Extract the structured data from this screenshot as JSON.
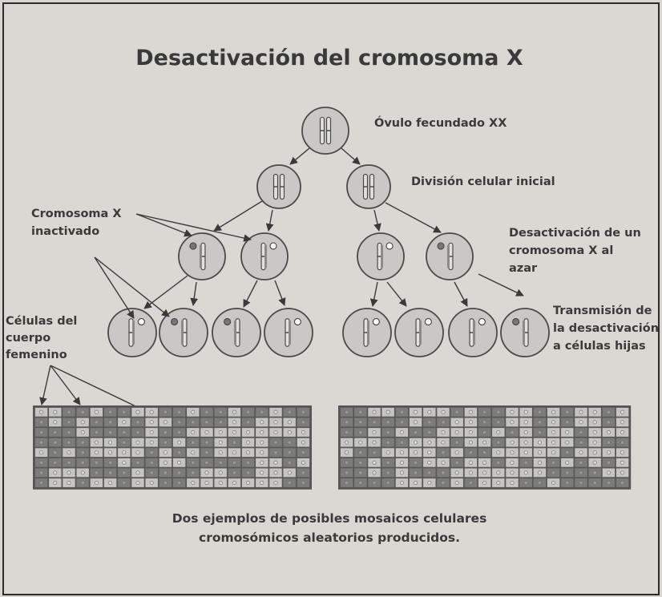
{
  "title": "Desactivación del cromosoma X",
  "labels": {
    "fertilized_egg": "Óvulo fecundado XX",
    "initial_division": "División celular inicial",
    "deactivation_1": "Desactivación de un",
    "deactivation_2": "cromosoma X al",
    "deactivation_3": "azar",
    "transmission_1": "Transmisión de",
    "transmission_2": "la desactivación",
    "transmission_3": "a células hijas",
    "inactivated_1": "Cromosoma X",
    "inactivated_2": "inactivado",
    "body_cells_1": "Células del",
    "body_cells_2": "cuerpo",
    "body_cells_3": "femenino"
  },
  "caption": {
    "line1": "Dos ejemplos de posibles mosaicos celulares",
    "line2": "cromosómicos aleatorios producidos."
  },
  "colors": {
    "text": "#3a3a3a",
    "cell_fill": "#c9c8c4",
    "outline": "#4a4a4a",
    "mosaic_dark": "#7c7c7a",
    "mosaic_light": "#c6c5c1",
    "background": "#d9d8d3"
  }
}
